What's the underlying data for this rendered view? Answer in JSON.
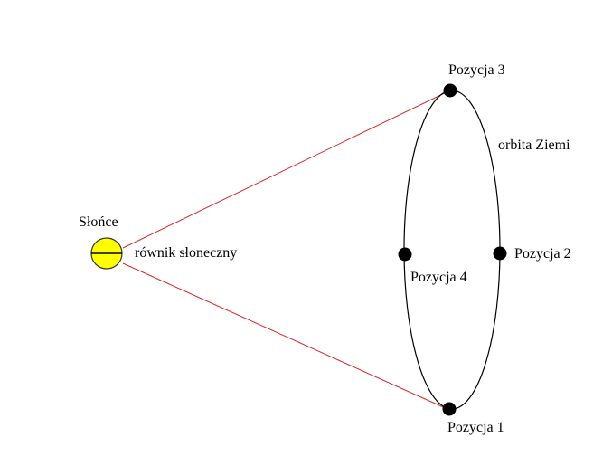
{
  "colors": {
    "sun_fill": "#ffff00",
    "sun_stroke": "#333333",
    "sight_line": "#d42b2b",
    "orbit": "#000000",
    "earth": "#000000",
    "text": "#000000"
  },
  "sun": {
    "label": "Słońce",
    "equator_label": "równik słoneczny"
  },
  "orbit": {
    "label": "orbita Ziemi"
  },
  "positions": [
    {
      "label": "Pozycja 1"
    },
    {
      "label": "Pozycja 2"
    },
    {
      "label": "Pozycja 3"
    },
    {
      "label": "Pozycja 4"
    }
  ]
}
